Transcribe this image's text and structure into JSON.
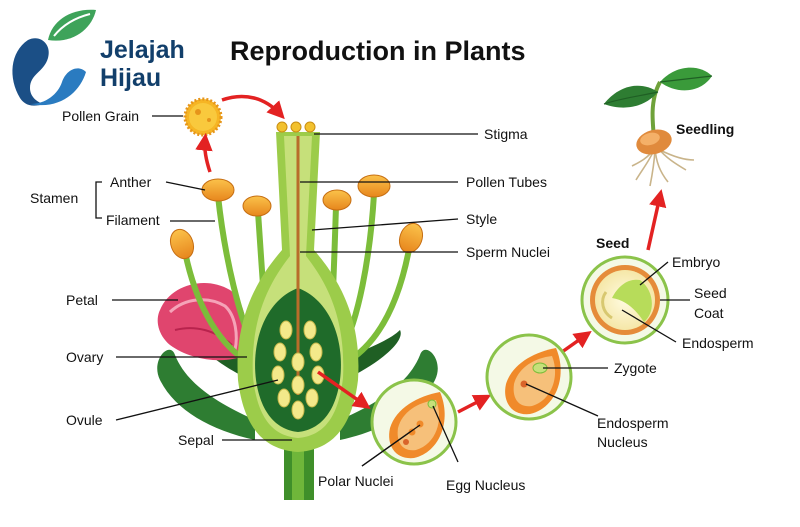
{
  "title": "Reproduction in Plants",
  "logo": {
    "line1": "Jelajah",
    "line2": "Hijau",
    "icon": "leaf-wave-logo"
  },
  "labels": {
    "pollen_grain": "Pollen Grain",
    "stamen": "Stamen",
    "anther": "Anther",
    "filament": "Filament",
    "petal": "Petal",
    "ovary": "Ovary",
    "ovule": "Ovule",
    "sepal": "Sepal",
    "stigma": "Stigma",
    "pollen_tubes": "Pollen Tubes",
    "style": "Style",
    "sperm_nuclei": "Sperm Nuclei",
    "polar_nuclei": "Polar Nuclei",
    "egg_nucleus": "Egg Nucleus",
    "zygote": "Zygote",
    "endosperm_nucleus_1": "Endosperm",
    "endosperm_nucleus_2": "Nucleus",
    "seed": "Seed",
    "embryo": "Embryo",
    "seed_coat_1": "Seed",
    "seed_coat_2": "Coat",
    "endosperm": "Endosperm",
    "seedling": "Seedling"
  },
  "colors": {
    "green_dark": "#1f6b2a",
    "green_mid": "#4a9a2f",
    "green_light": "#9ccc4a",
    "petal": "#e0456e",
    "anther": "#f2a431",
    "arrow": "#e32222",
    "logo_blue": "#1b4f86"
  }
}
